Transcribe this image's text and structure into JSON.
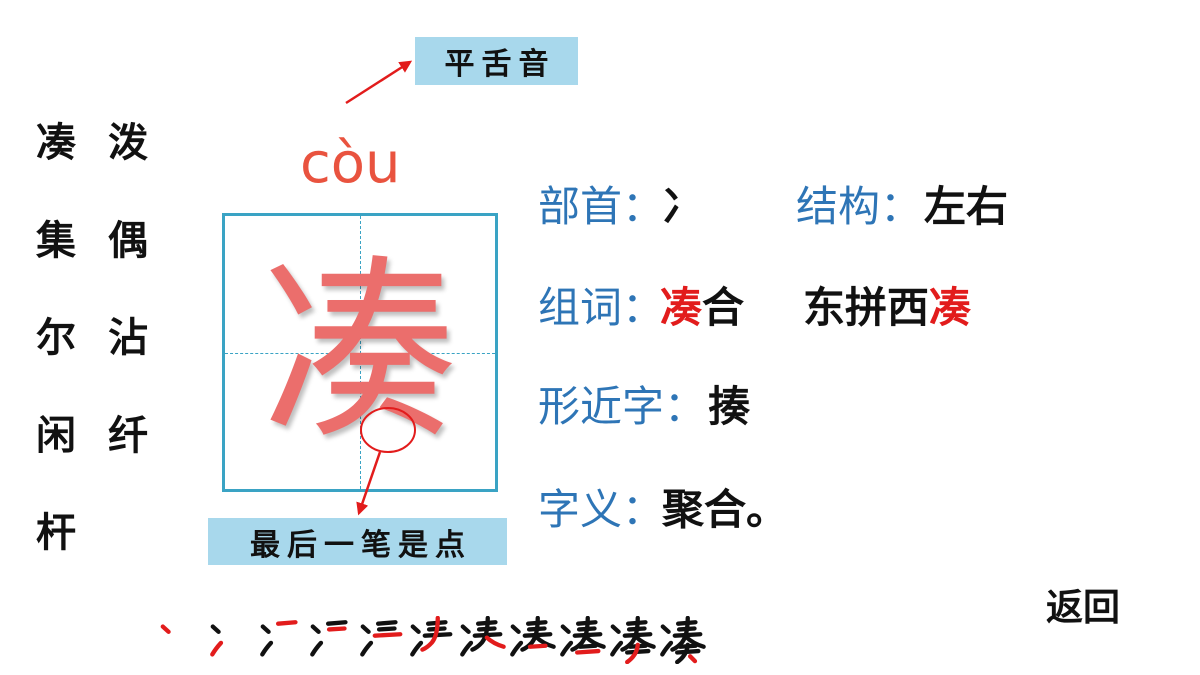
{
  "character_list": {
    "column_1": [
      "凑",
      "集",
      "尔",
      "闲",
      "杆"
    ],
    "column_2": [
      "泼",
      "偶",
      "沾",
      "纤"
    ]
  },
  "lesson_character": {
    "glyph": "凑",
    "pinyin": "còu"
  },
  "callouts": {
    "sound_type": "平舌音",
    "last_stroke_note": "最后一笔是点"
  },
  "info": {
    "radical": {
      "label": "部首：",
      "value": "冫"
    },
    "structure": {
      "label": "结构：",
      "value": "左右"
    },
    "words": {
      "label": "组词：",
      "word_1": {
        "highlight": "凑",
        "rest": "合"
      },
      "word_2": {
        "rest": "东拼西",
        "highlight": "凑"
      }
    },
    "similar_character": {
      "label": "形近字：",
      "value": "揍"
    },
    "meaning": {
      "label": "字义：",
      "value": "聚合。"
    }
  },
  "return_button": {
    "label": "返回"
  },
  "colors": {
    "label_blue": "#2e75b6",
    "highlight_red": "#e21c1c",
    "pinyin": "#e9533f",
    "glyph": "#eb6e6c",
    "grid": "#3aa3c4",
    "callout_bg": "#a8d8ec"
  }
}
